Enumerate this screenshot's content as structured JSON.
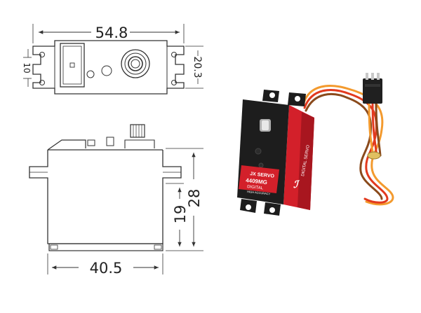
{
  "dimensions": {
    "top_width": "54.8",
    "top_hole_spacing": "10",
    "top_depth": "20.3",
    "side_total_height": "28",
    "side_body_height": "19",
    "side_width": "40.5"
  },
  "label": {
    "brand": "JX SERVO",
    "model": "4409MG",
    "type": "DIGITAL",
    "spec": "HIGH ACCURACY",
    "side_text": "DIGITAL SERVO"
  },
  "colors": {
    "body": "#1d1d1d",
    "accent": "#d3202a",
    "wire_orange": "#f39a2e",
    "wire_red": "#e23a1e",
    "wire_brown": "#8a4a1c"
  }
}
